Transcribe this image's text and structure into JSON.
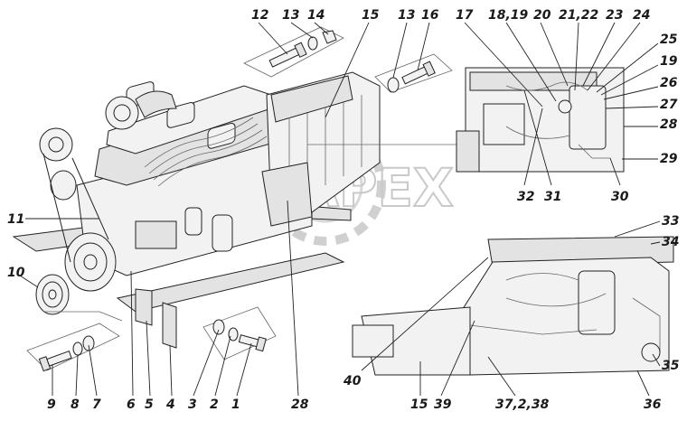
{
  "watermark": "APEX",
  "callouts": {
    "c1": "1",
    "c2": "2",
    "c3": "3",
    "c4": "4",
    "c5": "5",
    "c6": "6",
    "c7": "7",
    "c8": "8",
    "c9": "9",
    "c10": "10",
    "c11": "11",
    "c12": "12",
    "c13a": "13",
    "c14": "14",
    "c15a": "15",
    "c13b": "13",
    "c16": "16",
    "c17": "17",
    "c1819": "18,19",
    "c20": "20",
    "c2122": "21,22",
    "c23": "23",
    "c24": "24",
    "c25": "25",
    "c19b": "19",
    "c26": "26",
    "c27": "27",
    "c28a": "28",
    "c29": "29",
    "c30": "30",
    "c31": "31",
    "c32": "32",
    "c28b": "28",
    "c33": "33",
    "c34": "34",
    "c35": "35",
    "c36": "36",
    "c37238": "37,2,38",
    "c39": "39",
    "c40": "40",
    "c15b": "15"
  }
}
